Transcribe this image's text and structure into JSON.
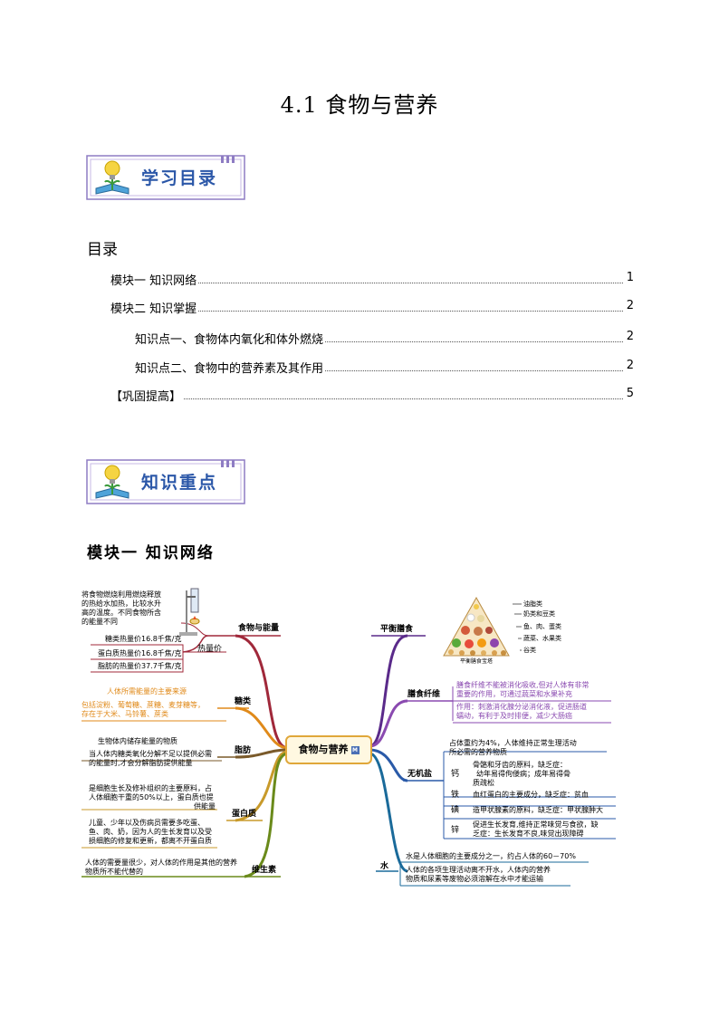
{
  "title": "4.1  食物与营养",
  "banner1": "学习目录",
  "banner2": "知识重点",
  "toc": {
    "heading": "目录",
    "items": [
      {
        "label": "模块一  知识网络",
        "page": "1"
      },
      {
        "label": "模块二  知识掌握",
        "page": "2"
      },
      {
        "label": "知识点一、食物体内氧化和体外燃烧",
        "page": "2"
      },
      {
        "label": "知识点二、食物中的营养素及其作用",
        "page": "2"
      },
      {
        "label": "【巩固提高】",
        "page": "5"
      }
    ]
  },
  "module1_heading": "模块一  知识网络",
  "mindmap": {
    "center": "食物与营养",
    "center_badge": "M",
    "left": {
      "energy": {
        "label": "食物与能量",
        "note": [
          "将食物燃烧利用燃烧释放",
          "的热给水加热，比较水升",
          "高的温度。不同食物所含",
          "的能量不同"
        ],
        "heat_label": "热量价",
        "heat_items": [
          "糖类热量价16.8千焦/克",
          "蛋白质热量价16.8千焦/克",
          "脂肪的热量价37.7千焦/克"
        ]
      },
      "sugar": {
        "label": "糖类",
        "lines": [
          "人体所需能量的主要来源",
          "包括淀粉、葡萄糖、蔗糖、麦芽糖等，",
          "存在于大米、马铃薯、蔗类"
        ]
      },
      "fat": {
        "label": "脂肪",
        "lines": [
          "生物体内储存能量的物质",
          "当人体内糖类氧化分解不足以提供必需",
          "的能量时,才会分解脂肪提供能量"
        ]
      },
      "protein": {
        "label": "蛋白质",
        "lines": [
          "是细胞生长及修补组织的主要原料，占",
          "人体细胞干重的50%以上，蛋白质也提",
          "供能量",
          "儿童、少年以及伤病员需要多吃蛋、",
          "鱼、肉、奶，因为人的生长发育以及受",
          "损细胞的修复和更新，都离不开蛋白质"
        ]
      },
      "vitamin": {
        "label": "维生素",
        "lines": [
          "人体的需要量很少，对人体的作用是其他的营养",
          "物质所不能代替的"
        ]
      }
    },
    "right": {
      "balance": {
        "label": "平衡膳食",
        "pyramid_levels": [
          "油脂类",
          "奶类和豆类",
          "鱼、肉、蛋类",
          "蔬菜、水果类",
          "谷类"
        ],
        "pyramid_caption": "平衡膳食宝塔"
      },
      "fiber": {
        "label": "膳食纤维",
        "lines": [
          "膳食纤维不能被消化吸收,但对人体有非常",
          "重要的作用，可通过蔬菜和水果补充",
          "作用：刺激消化腺分泌消化液，促进肠道",
          "蠕动，有利于及时排便，减少大肠癌"
        ]
      },
      "mineral": {
        "label": "无机盐",
        "intro": [
          "占体重约为4%，人体维持正常生理活动",
          "所必需的营养物质"
        ],
        "items": [
          {
            "name": "钙",
            "desc": [
              "骨骼和牙齿的原料，缺乏症：",
              "幼年易得佝偻病；成年易得骨",
              "质疏松"
            ]
          },
          {
            "name": "铁",
            "desc": [
              "血红蛋白的主要成分，缺乏症：贫血"
            ]
          },
          {
            "name": "碘",
            "desc": [
              "造甲状腺素的原料，缺乏症：甲状腺肿大"
            ]
          },
          {
            "name": "锌",
            "desc": [
              "促进生长发育,维持正常味觉与食欲，缺",
              "乏症：生长发育不良,味觉出现障碍"
            ]
          }
        ]
      },
      "water": {
        "label": "水",
        "lines": [
          "水是人体细胞的主要成分之一，约占人体的60－70%",
          "人体的各项生理活动离不开水，人体内的营养",
          "物质和尿素等废物必须溶解在水中才能运输"
        ]
      }
    }
  },
  "colors": {
    "banner_text": "#2b57a8",
    "banner_border": "#8e7cc3",
    "branch_energy": "#a0283a",
    "branch_sugar": "#e08a1a",
    "branch_fat": "#7a5a2a",
    "branch_protein": "#c89a2a",
    "branch_vitamin": "#6a8a1a",
    "branch_balance": "#5a2a8a",
    "branch_fiber": "#8a4ab0",
    "branch_mineral": "#2a5aa8",
    "branch_water": "#1a6a9a"
  }
}
